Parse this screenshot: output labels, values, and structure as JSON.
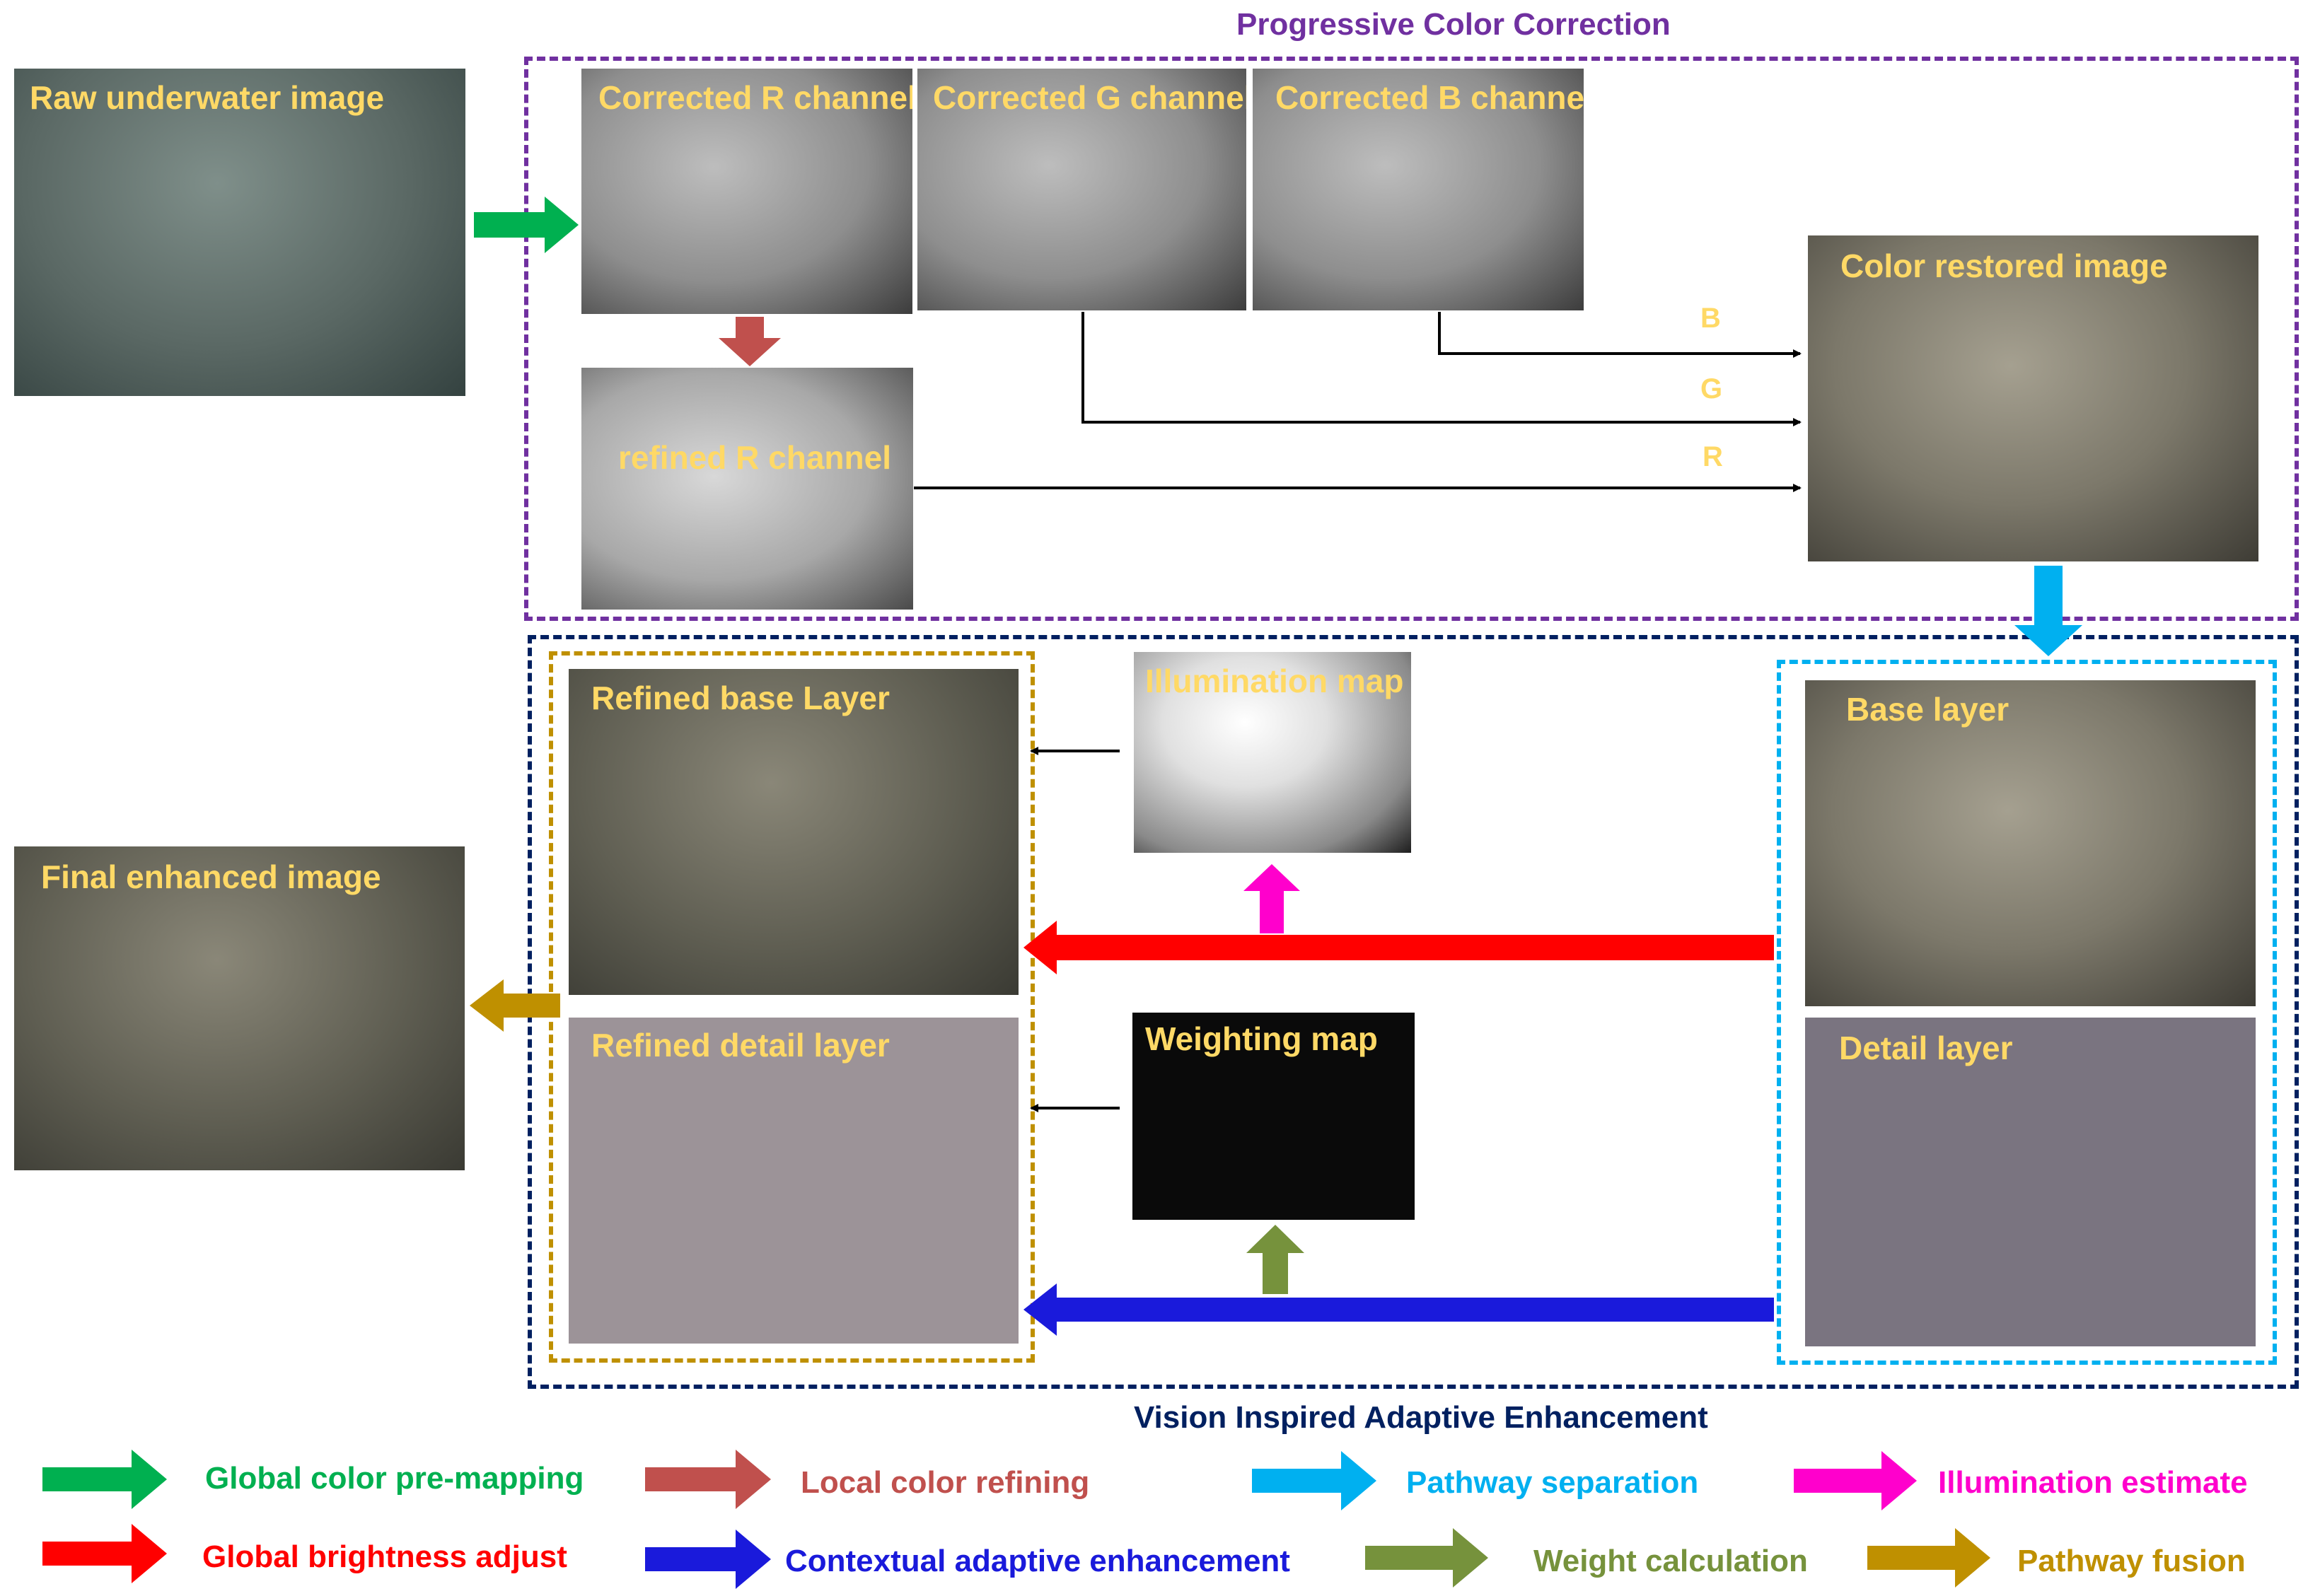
{
  "titles": {
    "top": "Progressive Color Correction",
    "bottom": "Vision Inspired Adaptive Enhancement"
  },
  "images": {
    "raw": "Raw underwater image",
    "corr_r": "Corrected R channel",
    "corr_g": "Corrected G channel",
    "corr_b": "Corrected B channel",
    "refined_r": "refined R channel",
    "restored": "Color restored image",
    "base": "Base layer",
    "detail": "Detail layer",
    "illum": "Illumination map",
    "weight": "Weighting map",
    "refined_base": "Refined base Layer",
    "refined_detail": "Refined detail layer",
    "final": "Final enhanced image"
  },
  "channel_labels": {
    "b": "B",
    "g": "G",
    "r": "R"
  },
  "legend": [
    {
      "label": "Global color pre-mapping",
      "color": "#00b050"
    },
    {
      "label": "Local color refining",
      "color": "#c0504d"
    },
    {
      "label": "Pathway separation",
      "color": "#00b0f0"
    },
    {
      "label": "Illumination estimate",
      "color": "#ff00cc"
    },
    {
      "label": "Global brightness adjust",
      "color": "#ff0000"
    },
    {
      "label": "Contextual adaptive enhancement",
      "color": "#1a1adb"
    },
    {
      "label": "Weight calculation",
      "color": "#76923c"
    },
    {
      "label": "Pathway fusion",
      "color": "#bf9000"
    }
  ],
  "colors": {
    "purple_frame": "#7030a0",
    "navy_frame": "#002060",
    "gold_frame": "#bf9000",
    "cyan_frame": "#00b0f0",
    "caption": "#ffd966"
  }
}
